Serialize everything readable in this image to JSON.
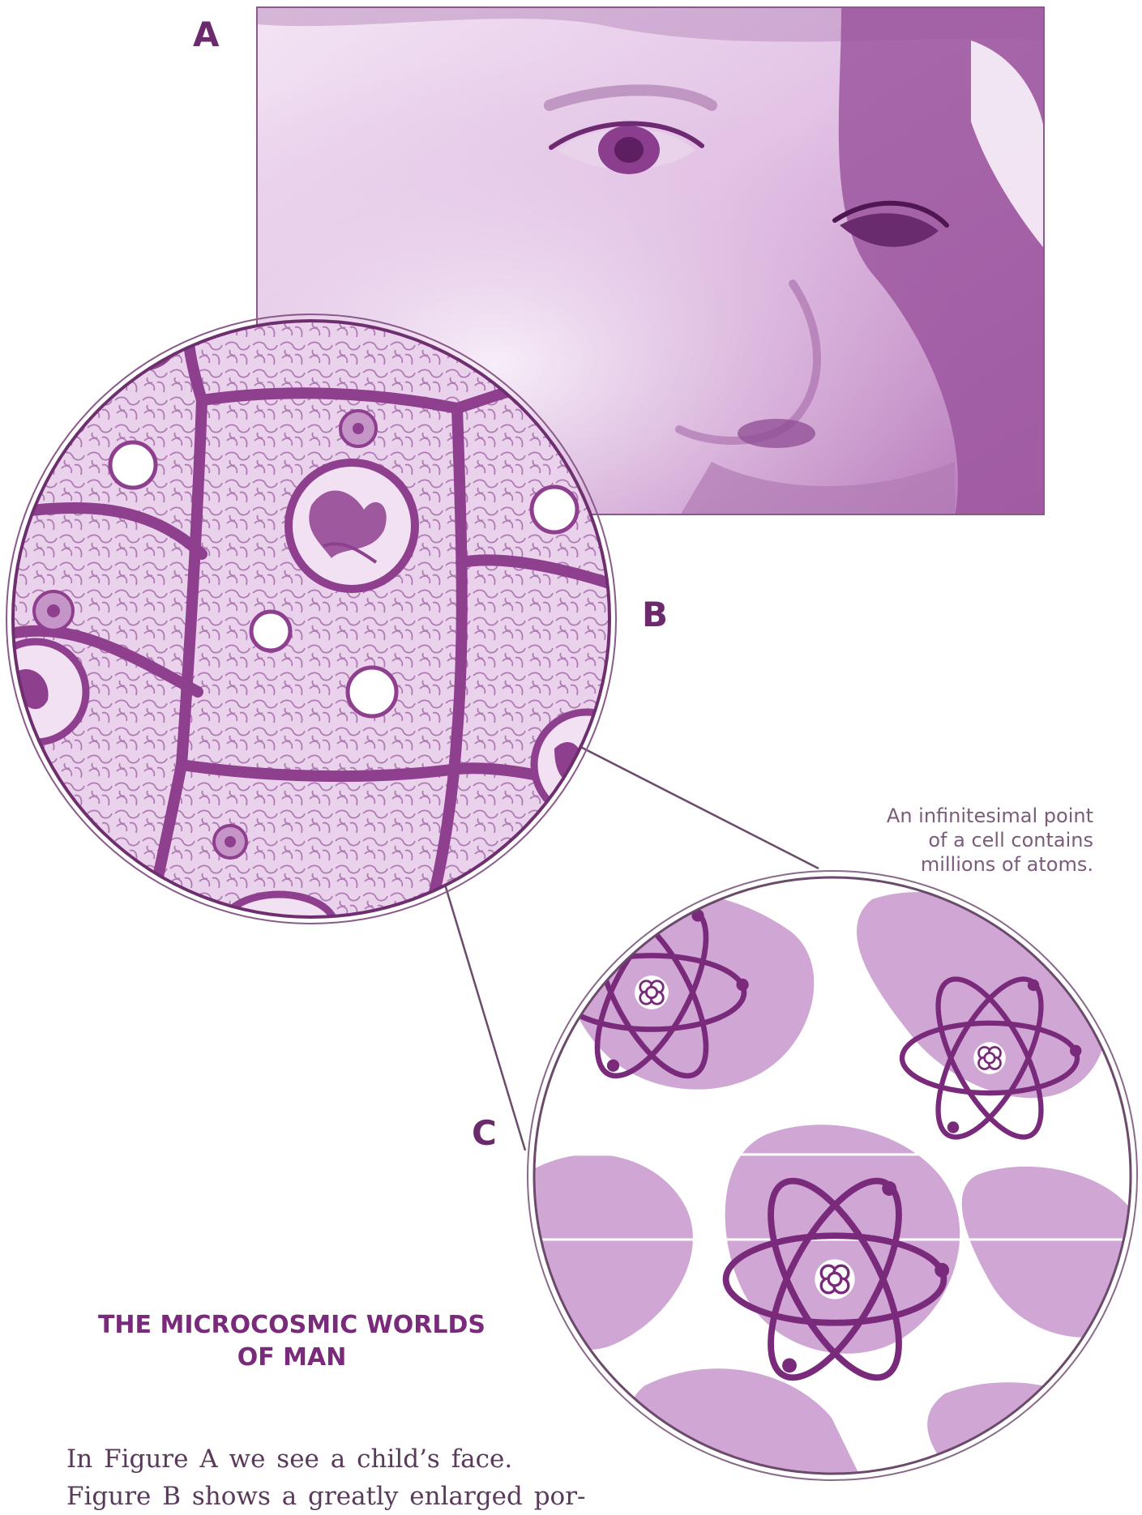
{
  "figure": {
    "labels": {
      "a": "A",
      "b": "B",
      "c": "C"
    },
    "caption": {
      "lines": [
        "An infinitesimal point",
        "of a cell contains",
        "millions of atoms."
      ]
    }
  },
  "article": {
    "title_lines": [
      "THE MICROCOSMIC WORLDS",
      "OF MAN"
    ],
    "body_lines": [
      "In Figure A we see a child’s face.",
      "Figure B shows a greatly enlarged por-"
    ]
  },
  "colors": {
    "accent": "#7a2a7a",
    "cell_wall": "#8e3f8e",
    "photo_tint": "#c79ac9",
    "atom_blob": "#cfa6d4"
  }
}
